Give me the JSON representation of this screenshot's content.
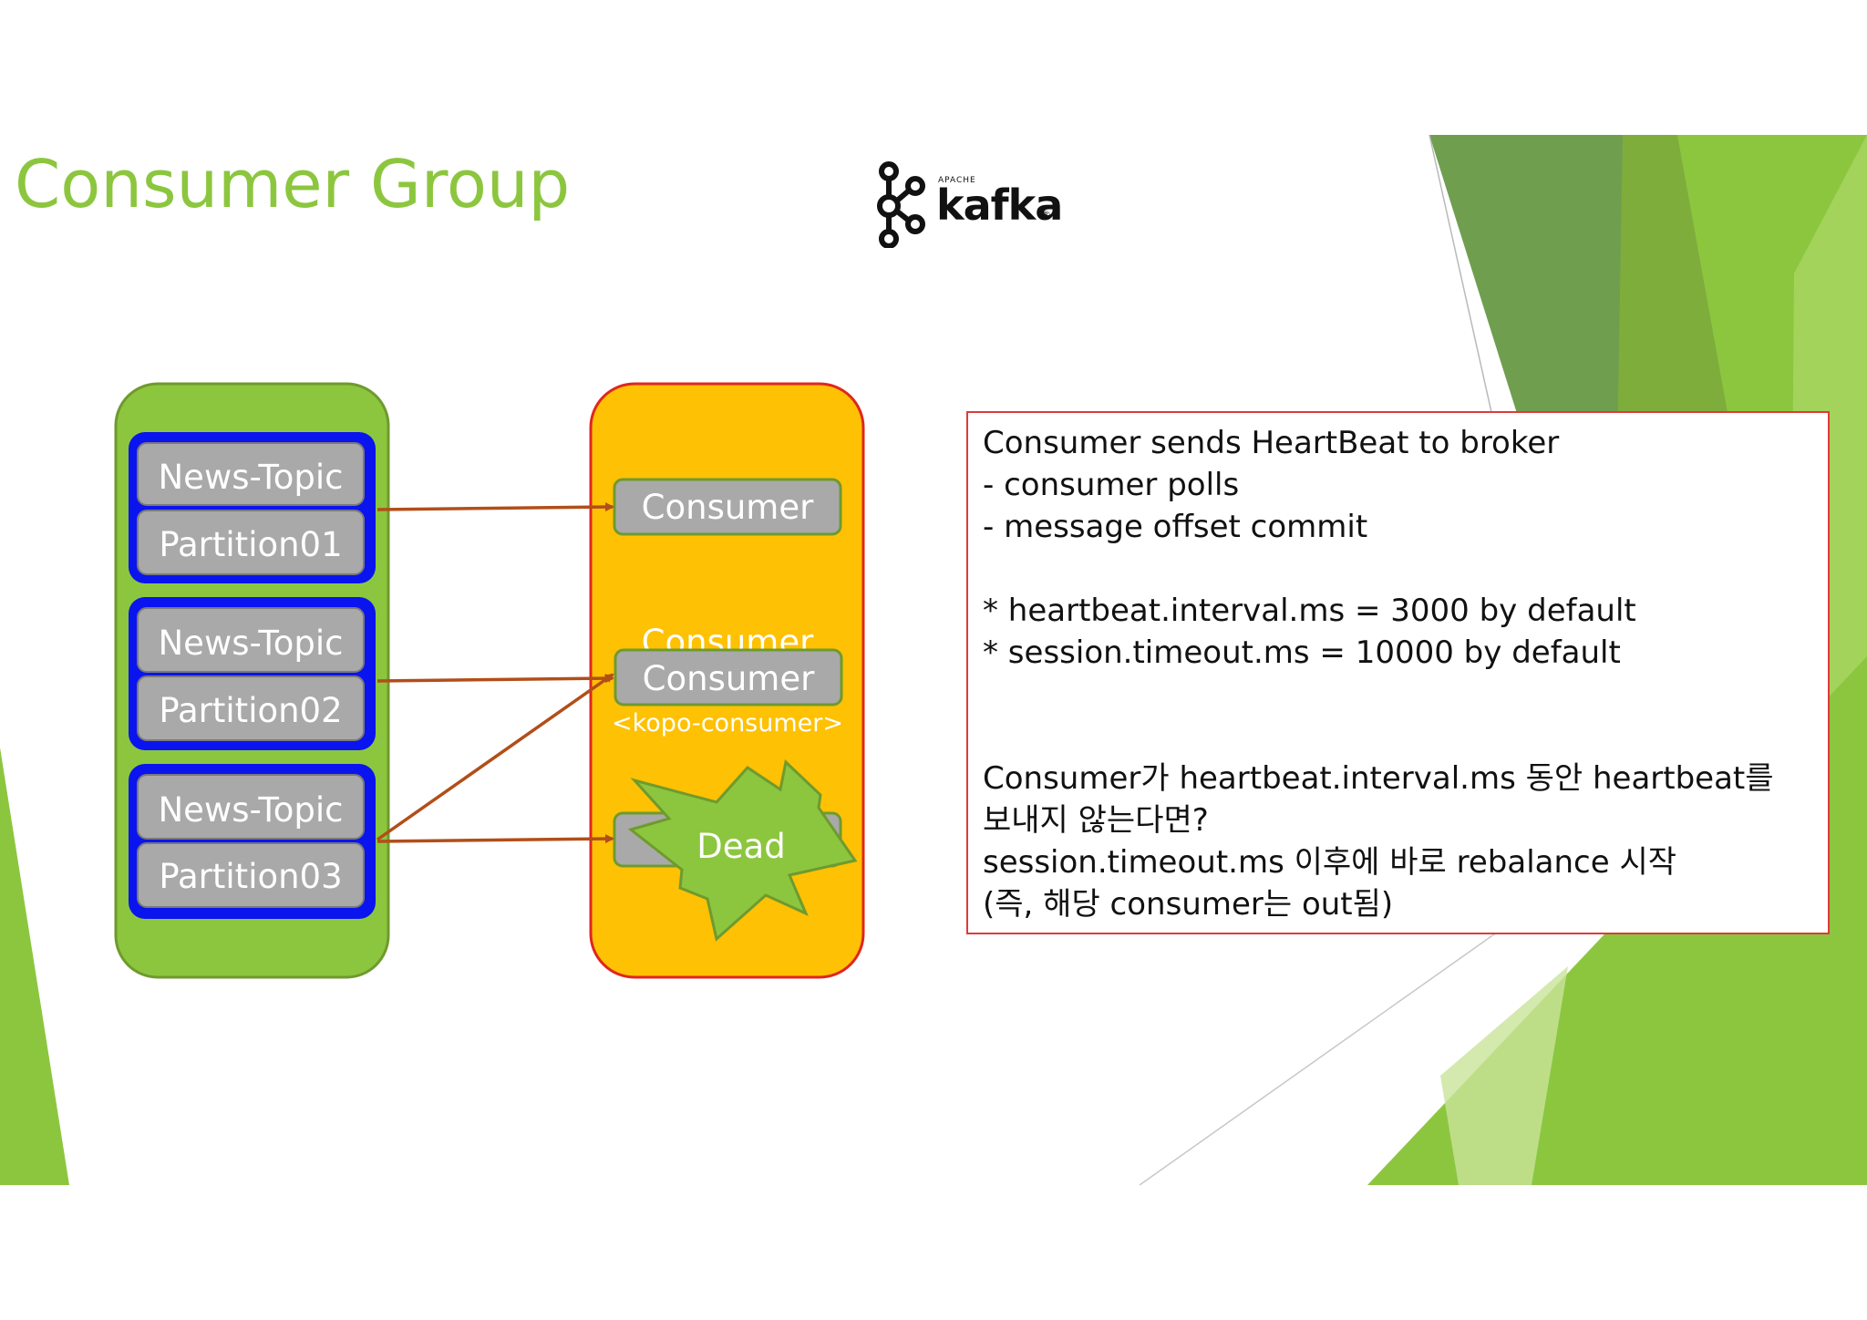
{
  "title": "Consumer Group",
  "logo": {
    "apache": "APACHE",
    "word": "kafka",
    "mark": "®"
  },
  "colors": {
    "title": "#8cc63f",
    "group_bg": "#8cc63f",
    "topic_frame": "#0a14ee",
    "box_gray": "#a9a9a9",
    "consumer_group_bg": "#fec103",
    "consumer_group_border": "#e0261e",
    "arrow": "#b24e19",
    "dead_star": "#8cc63f"
  },
  "partitions": [
    {
      "topic": "News-Topic",
      "partition": "Partition01"
    },
    {
      "topic": "News-Topic",
      "partition": "Partition02"
    },
    {
      "topic": "News-Topic",
      "partition": "Partition03"
    }
  ],
  "consumers": {
    "c1": "Consumer",
    "c2_behind": "Consumer",
    "c2": "Consumer",
    "group_name": "<kopo-consumer>",
    "dead": "Dead"
  },
  "notes": {
    "l1": "Consumer sends HeartBeat to broker",
    "l2": " - consumer polls",
    "l3": " - message offset commit",
    "l4": "* heartbeat.interval.ms = 3000 by default",
    "l5": "* session.timeout.ms = 10000 by default",
    "l6": "Consumer가 heartbeat.interval.ms 동안 heartbeat를",
    "l7": "보내지 않는다면?",
    "l8": "session.timeout.ms 이후에 바로 rebalance 시작",
    "l9": "(즉, 해당 consumer는 out됨)"
  }
}
